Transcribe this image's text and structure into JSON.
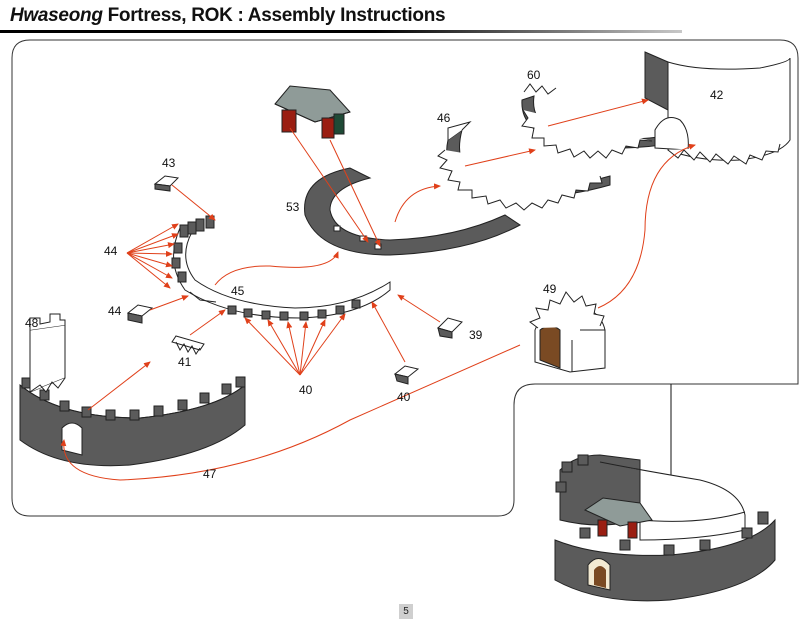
{
  "header": {
    "title_italic": "Hwaseong",
    "title_rest": " Fortress, ROK : Assembly Instructions"
  },
  "parts": {
    "p39": "39",
    "p40a": "40",
    "p40b": "40",
    "p41": "41",
    "p42": "42",
    "p43": "43",
    "p44a": "44",
    "p44b": "44",
    "p45": "45",
    "p46": "46",
    "p47": "47",
    "p48": "48",
    "p49": "49",
    "p53": "53",
    "p60": "60"
  },
  "footer": {
    "page_number": "5"
  },
  "colors": {
    "wall_dark": "#5b5b5b",
    "arrow": "#e0401a",
    "door_red": "#9a1e12",
    "roof_gray": "#8f9b98"
  }
}
